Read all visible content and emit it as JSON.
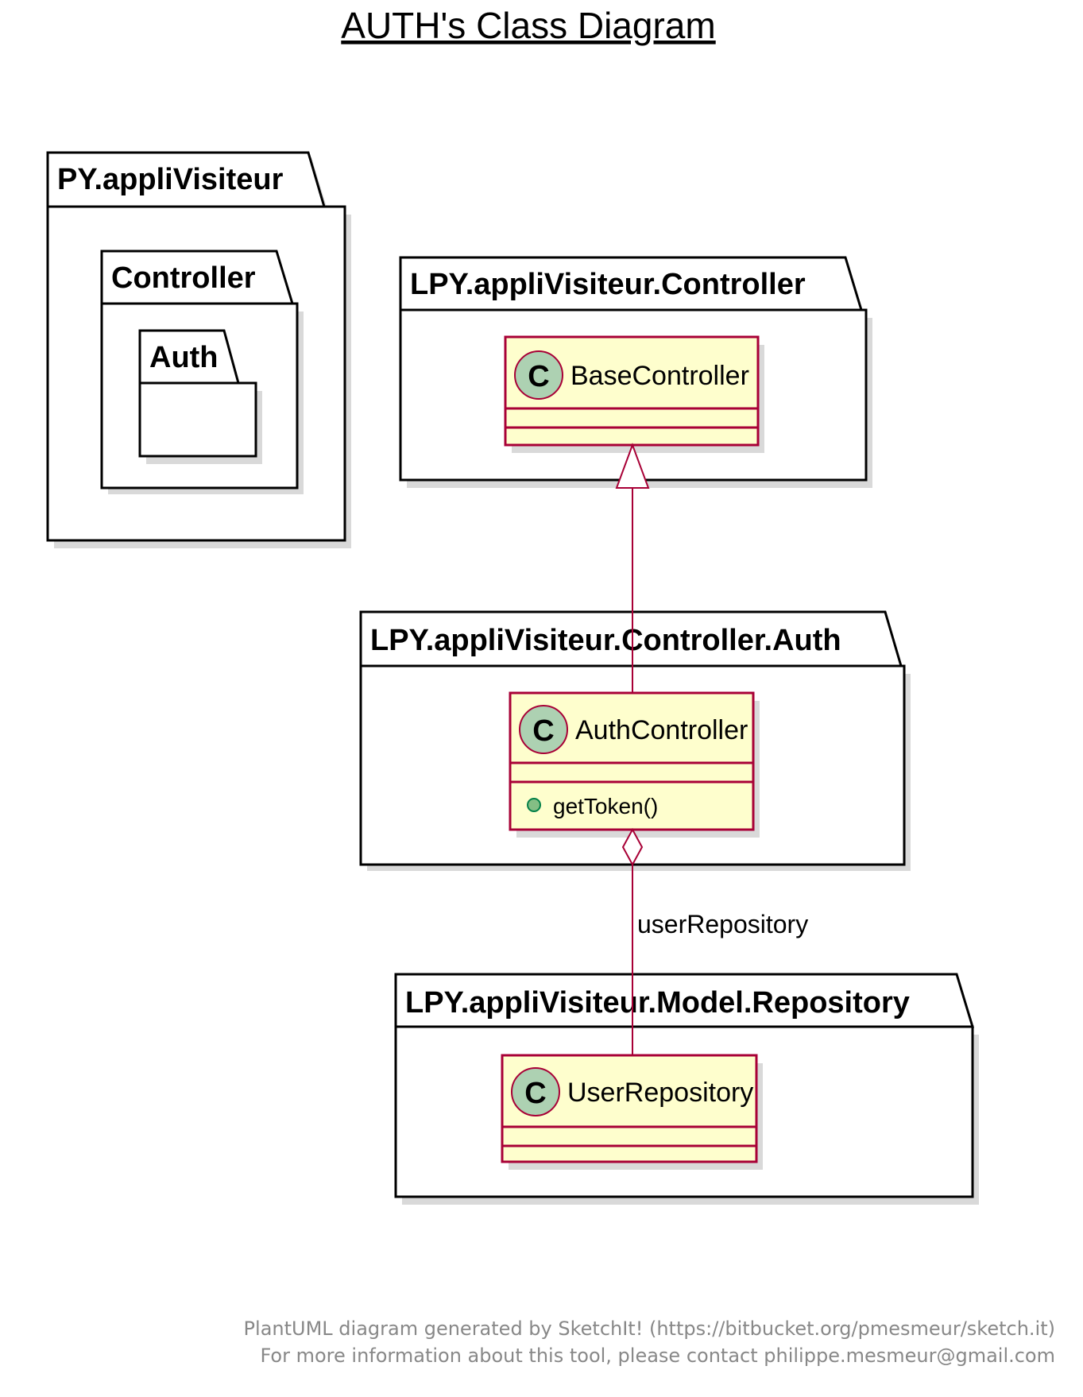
{
  "title": "AUTH's Class Diagram",
  "packages": {
    "outer": "PY.appliVisiteur",
    "controller": "Controller",
    "auth": "Auth",
    "lpy_controller": "LPY.appliVisiteur.Controller",
    "lpy_controller_auth": "LPY.appliVisiteur.Controller.Auth",
    "lpy_model_repository": "LPY.appliVisiteur.Model.Repository"
  },
  "classes": {
    "base_controller": {
      "badge": "C",
      "name": "BaseController"
    },
    "auth_controller": {
      "badge": "C",
      "name": "AuthController",
      "method": "getToken()"
    },
    "user_repository": {
      "badge": "C",
      "name": "UserRepository"
    }
  },
  "relations": {
    "aggregation_label": "userRepository"
  },
  "footer": {
    "line1": "PlantUML diagram generated by SketchIt! (https://bitbucket.org/pmesmeur/sketch.it)",
    "line2": "For more information about this tool, please contact philippe.mesmeur@gmail.com"
  },
  "colors": {
    "class_fill": "#fefecd",
    "class_border": "#a80036",
    "badge_fill": "#add1b2",
    "method_dot": "#84be84"
  }
}
